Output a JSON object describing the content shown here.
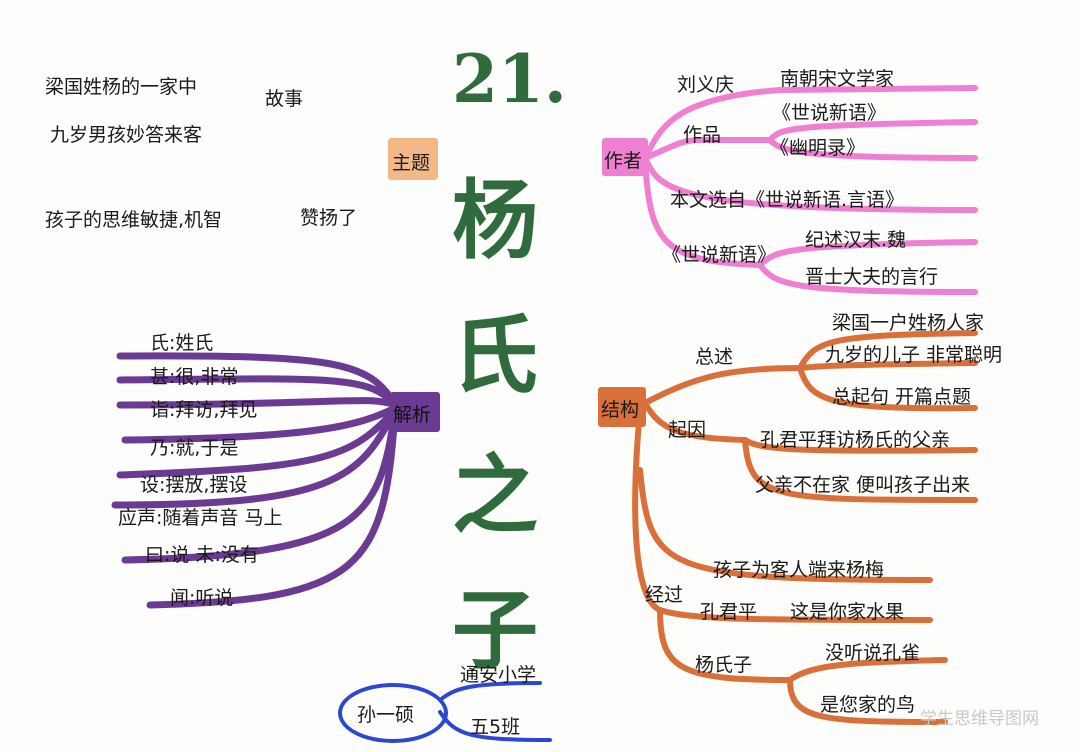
{
  "title": {
    "number": "21.",
    "chars": [
      "杨",
      "氏",
      "之",
      "子"
    ]
  },
  "theme": {
    "label": "主题",
    "items": [
      "梁国姓杨的一家中",
      "九岁男孩妙答来客",
      "孩子的思维敏捷,机智"
    ],
    "tags": [
      "故事",
      "赞扬了"
    ]
  },
  "author": {
    "label": "作者",
    "name": "刘义庆",
    "name_desc": "南朝宋文学家",
    "works_label": "作品",
    "works": [
      "《世说新语》",
      "《幽明录》"
    ],
    "source": "本文选自《世说新语.言语》",
    "book": "《世说新语》",
    "book_desc": [
      "纪述汉末.魏",
      "晋士大夫的言行"
    ]
  },
  "analysis": {
    "label": "解析",
    "items": [
      "氏:姓氏",
      "甚:很,非常",
      "诣:拜访,拜见",
      "乃:就,于是",
      "设:摆放,摆设",
      "应声:随着声音 马上",
      "曰:说 未:没有",
      "闻:听说"
    ]
  },
  "structure": {
    "label": "结构",
    "overview_label": "总述",
    "overview": [
      "梁国一户姓杨人家",
      "九岁的儿子 非常聪明",
      "总起句 开篇点题"
    ],
    "cause_label": "起因",
    "cause": [
      "孔君平拜访杨氏的父亲",
      "父亲不在家 便叫孩子出来"
    ],
    "process_label": "经过",
    "process_top": "孩子为客人端来杨梅",
    "kong_label": "孔君平",
    "kong_said": "这是你家水果",
    "yang_label": "杨氏子",
    "yang_said": [
      "没听说孔雀",
      "是您家的鸟"
    ]
  },
  "footer": {
    "name": "孙一硕",
    "school": "通安小学",
    "class": "五5班"
  },
  "watermark": "学生思维导图网",
  "colors": {
    "pink": "#ef7fd0",
    "purple": "#6b3a93",
    "orange": "#d9703a",
    "blue": "#2c47d0",
    "green": "#2f6b3c",
    "tag": "#f3b888"
  }
}
